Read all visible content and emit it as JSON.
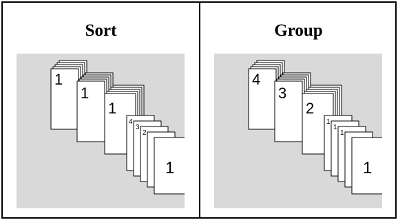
{
  "panels": [
    {
      "title": "Sort",
      "back_stacks": [
        "1",
        "1",
        "1"
      ],
      "front_sheet_numbers": [
        "4",
        "3",
        "2"
      ],
      "front_page": "1"
    },
    {
      "title": "Group",
      "back_stacks": [
        "4",
        "3",
        "2"
      ],
      "front_sheet_numbers": [
        "1",
        "1",
        "1"
      ],
      "front_page": "1"
    }
  ],
  "colors": {
    "frame": "#000000",
    "illustration_background": "#d9d9d9",
    "paper": "#ffffff",
    "ink": "#000000"
  }
}
